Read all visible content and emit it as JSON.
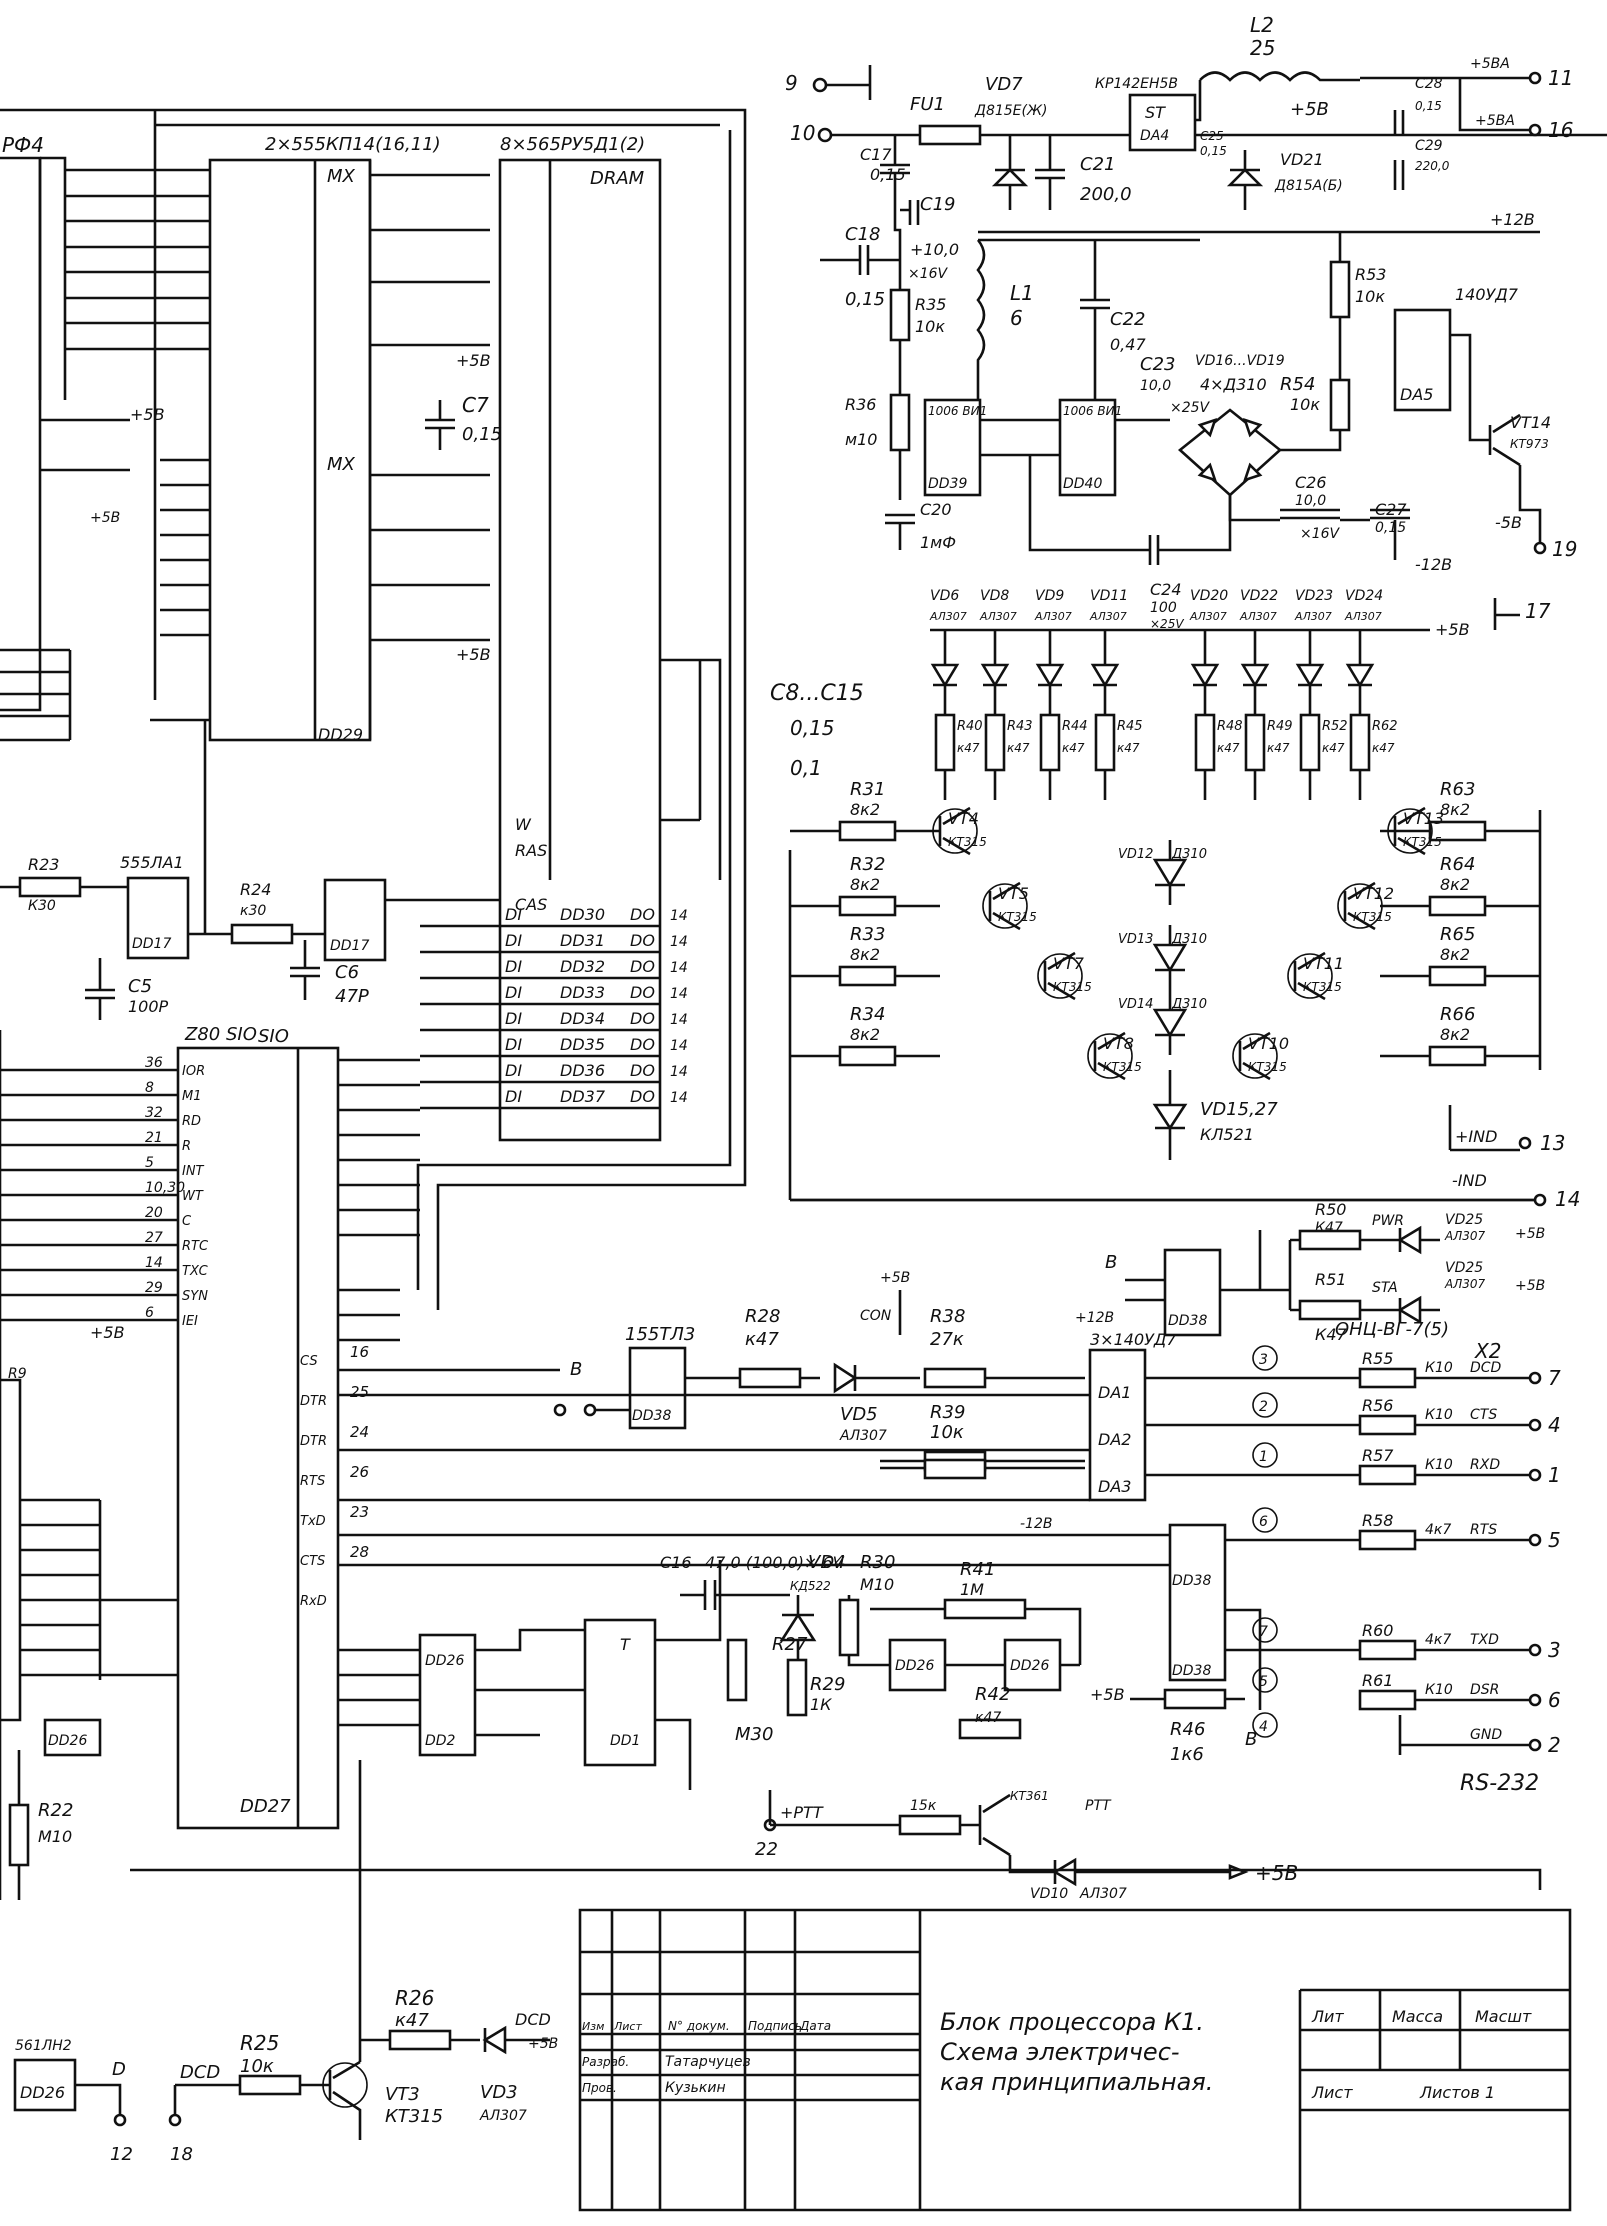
{
  "title_block": {
    "title_lines": [
      "Блок процессора К1.",
      "Схема электричес-",
      "кая принципиальная."
    ],
    "col_headers": [
      "Изм",
      "Лист",
      "N° докум.",
      "Подпись",
      "Дата"
    ],
    "developer_role": "Разраб.",
    "developer_name": "Татарчуцев",
    "checker_role": "Пров.",
    "checker_name": "Кузькин",
    "lit_label": "Лит",
    "mass_label": "Масса",
    "scale_label": "Масшт",
    "sheet_label": "Лист",
    "sheets_label": "Листов 1"
  },
  "chips": {
    "dd29": {
      "label": "2×555КП14(16,11)",
      "mx1": "MX",
      "mx2": "MX",
      "name": "DD29"
    },
    "dram": {
      "label": "8×565РУ5Д1(2)",
      "title": "DRAM",
      "w": "W",
      "ras": "RAS",
      "cas": "CAS"
    },
    "z80": {
      "label": "Z80 SIO",
      "title": "SIO",
      "name": "DD27"
    },
    "dd17a": {
      "label": "555ЛА1",
      "name": "DD17"
    },
    "dd17b": {
      "name": "DD17"
    },
    "dd38a": {
      "label": "155ТЛ3",
      "name": "DD38"
    },
    "dd39": {
      "code": "1006 ВИ1",
      "name": "DD39"
    },
    "dd40": {
      "code": "1006 ВИ1",
      "name": "DD40"
    },
    "da": {
      "label": "3×140УД7",
      "da1": "DA1",
      "da2": "DA2",
      "da3": "DA3"
    },
    "da5": {
      "label": "140УД7",
      "name": "DA5"
    },
    "dd26b": {
      "label": "561ЛН2",
      "name": "DD26"
    },
    "dd38b": {
      "name": "DD38"
    },
    "dd38c": {
      "name": "DD38"
    },
    "dd38d": {
      "name": "DD38"
    },
    "dd2": {
      "name": "DD2"
    },
    "dd1": {
      "name": "DD1"
    },
    "dd26c": {
      "name": "DD26"
    },
    "dd26d": {
      "name": "DD26"
    },
    "dd26e": {
      "name": "DD26"
    },
    "da4": {
      "label": "КР142ЕН5В",
      "st": "ST",
      "name": "DA4"
    },
    "left_chip": {
      "label": "РФ4"
    }
  },
  "dram_rows": [
    {
      "name": "DD30",
      "a": "DI",
      "b": "DO",
      "p": "14"
    },
    {
      "name": "DD31",
      "a": "DI",
      "b": "DO",
      "p": "14"
    },
    {
      "name": "DD32",
      "a": "DI",
      "b": "DO",
      "p": "14"
    },
    {
      "name": "DD33",
      "a": "DI",
      "b": "DO",
      "p": "14"
    },
    {
      "name": "DD34",
      "a": "DI",
      "b": "DO",
      "p": "14"
    },
    {
      "name": "DD35",
      "a": "DI",
      "b": "DO",
      "p": "14"
    },
    {
      "name": "DD36",
      "a": "DI",
      "b": "DO",
      "p": "14"
    },
    {
      "name": "DD37",
      "a": "DI",
      "b": "DO",
      "p": "14"
    }
  ],
  "sio_left_pins": [
    {
      "num": "36",
      "name": "IOR"
    },
    {
      "num": "8",
      "name": "M1"
    },
    {
      "num": "32",
      "name": "RD"
    },
    {
      "num": "21",
      "name": "R"
    },
    {
      "num": "5",
      "name": "INT"
    },
    {
      "num": "10,30",
      "name": "WT"
    },
    {
      "num": "20",
      "name": "C"
    },
    {
      "num": "27",
      "name": "RTC"
    },
    {
      "num": "14",
      "name": "TXC"
    },
    {
      "num": "29",
      "name": "SYN"
    },
    {
      "num": "6",
      "name": "IEI"
    }
  ],
  "sio_right_pins": [
    {
      "name": "CS",
      "num": "16"
    },
    {
      "name": "DTR",
      "num": "25"
    },
    {
      "name": "DTR",
      "num": "24"
    },
    {
      "name": "RTS",
      "num": "26"
    },
    {
      "name": "TxD",
      "num": "23"
    },
    {
      "name": "CTS",
      "num": "28"
    },
    {
      "name": "RxD",
      "num": ""
    }
  ],
  "connector": {
    "label": "ОНЦ-ВГ-7(5)",
    "x": "X2",
    "std": "RS-232",
    "pins": [
      {
        "name": "DCD",
        "num": "7",
        "res": "R55",
        "val": "К10",
        "ckt": "3"
      },
      {
        "name": "CTS",
        "num": "4",
        "res": "R56",
        "val": "К10",
        "ckt": "2"
      },
      {
        "name": "RXD",
        "num": "1",
        "res": "R57",
        "val": "К10",
        "ckt": "1"
      },
      {
        "name": "RTS",
        "num": "5",
        "res": "R58",
        "val": "4к7",
        "ckt": "6"
      },
      {
        "name": "TXD",
        "num": "3",
        "res": "R60",
        "val": "4к7",
        "ckt": "7"
      },
      {
        "name": "DSR",
        "num": "6",
        "res": "R61",
        "val": "К10",
        "ckt": "5"
      },
      {
        "name": "GND",
        "num": "2",
        "res": "",
        "val": "",
        "ckt": "4"
      }
    ]
  },
  "power": {
    "fu1": "FU1",
    "l2": "L2",
    "l2val": "25",
    "l1": "L1",
    "l1val": "6",
    "vd7": "VD7",
    "vd7type": "Д815Е(Ж)",
    "vd21": "VD21",
    "vd21type": "Д815А(Б)",
    "c17": "C17",
    "c17val": "0,15",
    "c18": "C18",
    "c18val": "0,15",
    "c19": "C19",
    "c19val": "+10,0",
    "c19v": "×16V",
    "c21": "C21",
    "c21val": "200,0",
    "c22": "C22",
    "c22val": "0,47",
    "c23": "C23",
    "c23val": "10,0",
    "c23v": "×25V",
    "c24": "C24",
    "c24val": "100",
    "c24v": "×25V",
    "c25": "C25",
    "c25val": "0,15",
    "c26": "C26",
    "c26val": "10,0",
    "c26v": "×16V",
    "c27": "C27",
    "c27val": "0,15",
    "c28": "C28",
    "c28val": "0,15",
    "c29": "C29",
    "c29val": "220,0",
    "c20": "C20",
    "c20val": "1мФ",
    "r35": "R35",
    "r35val": "10к",
    "r36": "R36",
    "r36val": "м10",
    "r53": "R53",
    "r53val": "10к",
    "r54": "R54",
    "r54val": "10к",
    "vd16": "VD16...VD19",
    "vd16type": "4×Д310",
    "vt14": "VT14",
    "vt14type": "КТ973"
  },
  "rails": {
    "p5v": "+5В",
    "p5va": "+5ВА",
    "p12": "+12В",
    "m12": "-12В",
    "m5": "-5В",
    "pin9": "9",
    "pin10": "10",
    "pin11": "11",
    "pin16": "16",
    "pin19": "19",
    "pin17": "17",
    "pin13": "13",
    "pin14": "14",
    "ind_p": "+IND",
    "ind_m": "-IND"
  },
  "leds": {
    "names": [
      "VD6",
      "VD8",
      "VD9",
      "VD11",
      "VD20",
      "VD22",
      "VD23",
      "VD24"
    ],
    "types": [
      "АЛ307",
      "АЛ307",
      "АЛ307",
      "АЛ307",
      "АЛ307",
      "АЛ307",
      "АЛ307",
      "АЛ307"
    ],
    "res": [
      "R40",
      "R43",
      "R44",
      "R45",
      "R48",
      "R49",
      "R52",
      "R62"
    ],
    "rval": [
      "к47",
      "к47",
      "к47",
      "к47",
      "к47",
      "к47",
      "к47",
      "к47"
    ]
  },
  "ladder": {
    "left_res": [
      {
        "n": "R31",
        "v": "8к2"
      },
      {
        "n": "R32",
        "v": "8к2"
      },
      {
        "n": "R33",
        "v": "8к2"
      },
      {
        "n": "R34",
        "v": "8к2"
      }
    ],
    "right_res": [
      {
        "n": "R63",
        "v": "8к2"
      },
      {
        "n": "R64",
        "v": "8к2"
      },
      {
        "n": "R65",
        "v": "8к2"
      },
      {
        "n": "R66",
        "v": "8к2"
      }
    ],
    "vt": [
      {
        "n": "VT4",
        "t": "КТ315"
      },
      {
        "n": "VT5",
        "t": "КТ315"
      },
      {
        "n": "VT7",
        "t": "КТ315"
      },
      {
        "n": "VT8",
        "t": "КТ315"
      },
      {
        "n": "VT10",
        "t": "КТ315"
      },
      {
        "n": "VT11",
        "t": "КТ315"
      },
      {
        "n": "VT12",
        "t": "КТ315"
      },
      {
        "n": "VT13",
        "t": "КТ315"
      }
    ],
    "vd_mid": [
      {
        "n": "VD12",
        "t": "Д310"
      },
      {
        "n": "VD13",
        "t": "Д310"
      },
      {
        "n": "VD14",
        "t": "Д310"
      }
    ],
    "vd15": "VD15,27",
    "vd15type": "КЛ521",
    "cap_label": "C8...C15",
    "cap_val1": "0,15",
    "cap_val2": "0,1"
  },
  "misc": {
    "r23": "R23",
    "r23val": "К30",
    "r24": "R24",
    "r24val": "к30",
    "c5": "C5",
    "c5val": "100Р",
    "c6": "C6",
    "c6val": "47Р",
    "c7": "C7",
    "c7val": "0,15",
    "r28": "R28",
    "r28val": "к47",
    "r38": "R38",
    "r38val": "27к",
    "r39": "R39",
    "r39val": "10к",
    "vd5": "VD5",
    "vd5type": "АЛ307",
    "con": "CON",
    "r50": "R50",
    "r50val": "К47",
    "r51": "R51",
    "r51val": "К47",
    "pwr": "PWR",
    "sta": "STA",
    "vd25": "VD25",
    "vd25type": "АЛ307",
    "c16": "C16",
    "c16val": "47,0 (100,0)× 6V",
    "vd4": "VD4",
    "vd4type": "КД522",
    "r30": "R30",
    "r30val": "M10",
    "r27": "R27",
    "r27val": "М30",
    "r29": "R29",
    "r29val": "1К",
    "r41": "R41",
    "r41val": "1М",
    "r42": "R42",
    "r42val": "к47",
    "r46": "R46",
    "r46val": "1к6",
    "ptt": "+PTT",
    "ptt_pin": "22",
    "ptt_res": "15к",
    "ptt_vt": "КТ361",
    "ptt_lbl": "PTT",
    "vd10": "VD10",
    "vd10type": "АЛ307",
    "r22": "R22",
    "r22val": "М10",
    "r25": "R25",
    "r25val": "10к",
    "r26": "R26",
    "r26val": "к47",
    "vt3": "VT3",
    "vt3type": "КТ315",
    "vd3": "VD3",
    "vd3type": "АЛ307",
    "dcd": "DCD",
    "dcd_pin": "18",
    "d_pin": "12",
    "d_lbl": "D",
    "r9": "R9",
    "b": "B"
  }
}
